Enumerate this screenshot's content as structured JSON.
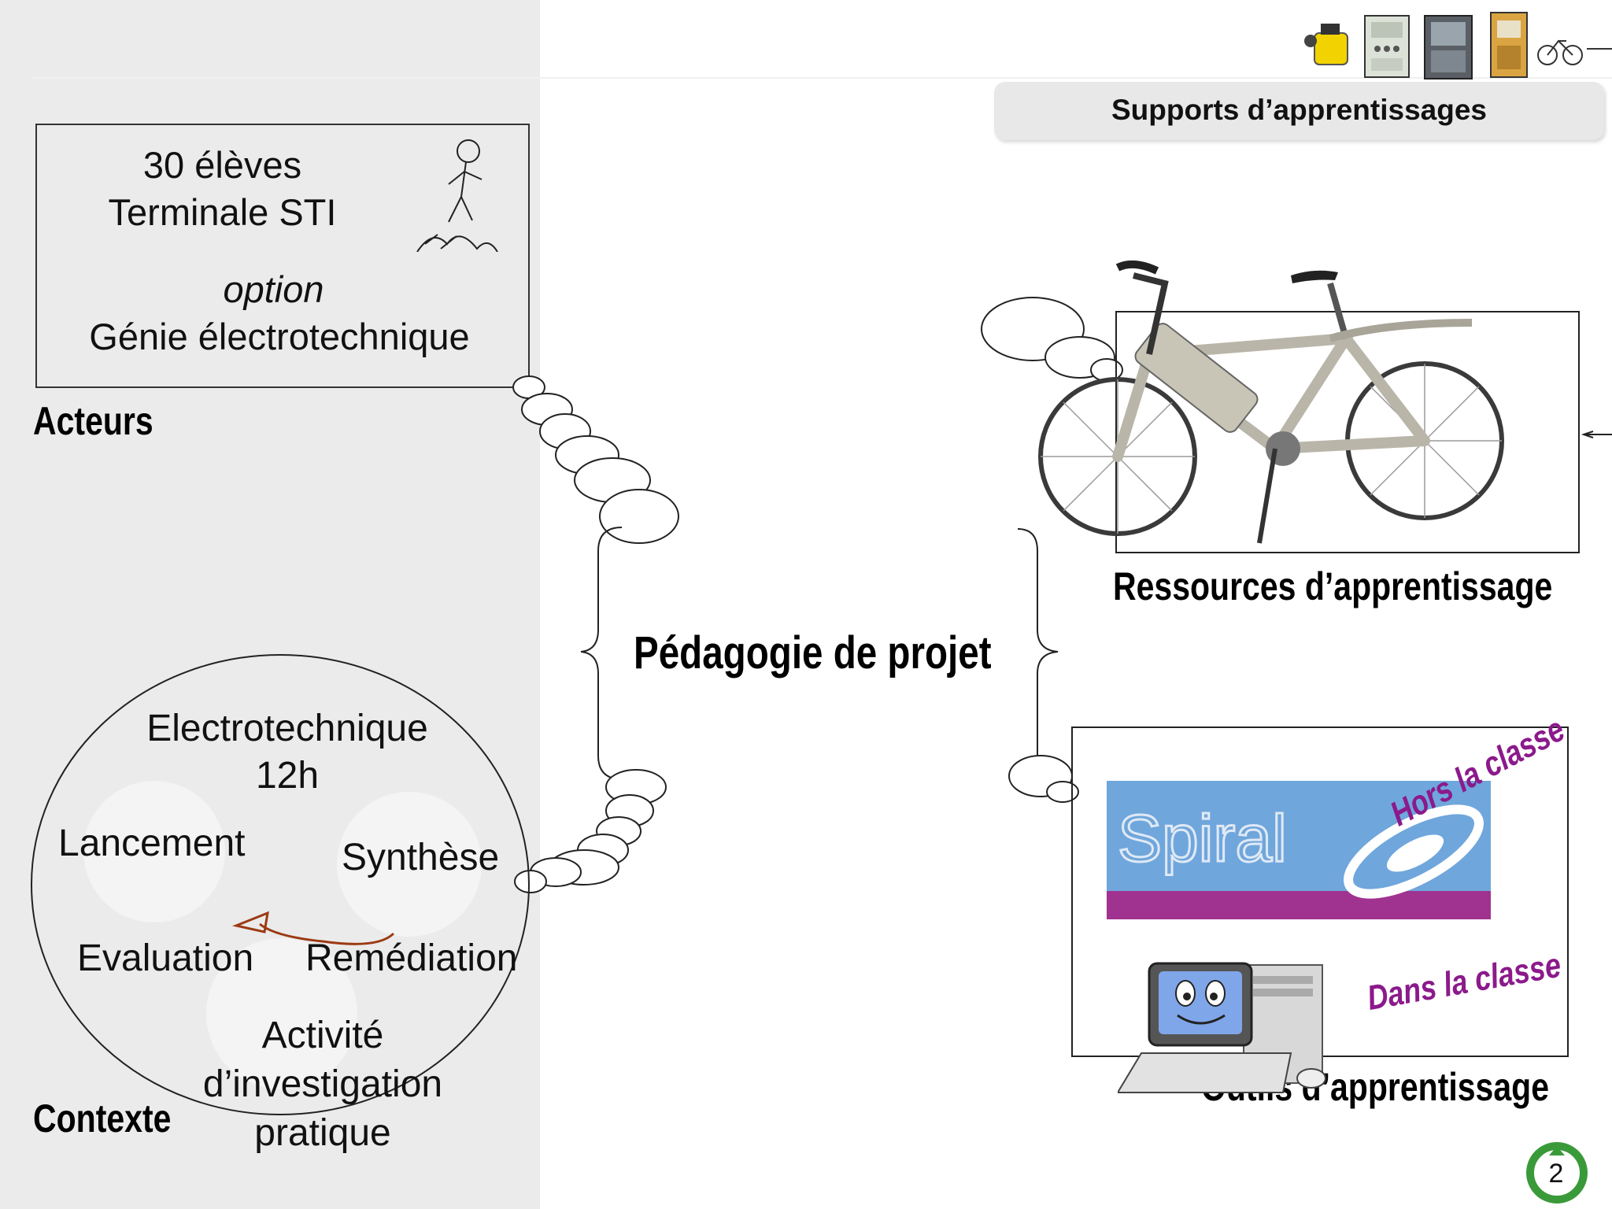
{
  "header": {
    "supports_label": "Supports d’apprentissages"
  },
  "acteurs": {
    "line1": "30 élèves",
    "line2": "Terminale STI",
    "line3": "option",
    "line4": "Génie électrotechnique",
    "section_label": "Acteurs"
  },
  "center": {
    "title": "Pédagogie de projet"
  },
  "contexte": {
    "subject": "Electrotechnique",
    "hours": "12h",
    "phases": {
      "lancement": "Lancement",
      "synthese": "Synthèse",
      "evaluation": "Evaluation",
      "remediation": "Remédiation",
      "activite1": "Activité",
      "activite2": "d’investigation",
      "activite3": "pratique"
    },
    "section_label": "Contexte"
  },
  "ressources": {
    "label": "Ressources d’apprentissage"
  },
  "outils": {
    "label": "Outils d’apprentissage",
    "logo_text": "Spiral",
    "hors_classe": "Hors la classe",
    "dans_classe": "Dans la classe"
  },
  "footer": {
    "slide_number": "2"
  },
  "colors": {
    "left_panel": "#ebebeb",
    "accent_purple": "#8b1a8b",
    "spiral_blue": "#6fa6dc",
    "spiral_band": "#a0338f",
    "arrow_brown": "#9b3a12"
  }
}
